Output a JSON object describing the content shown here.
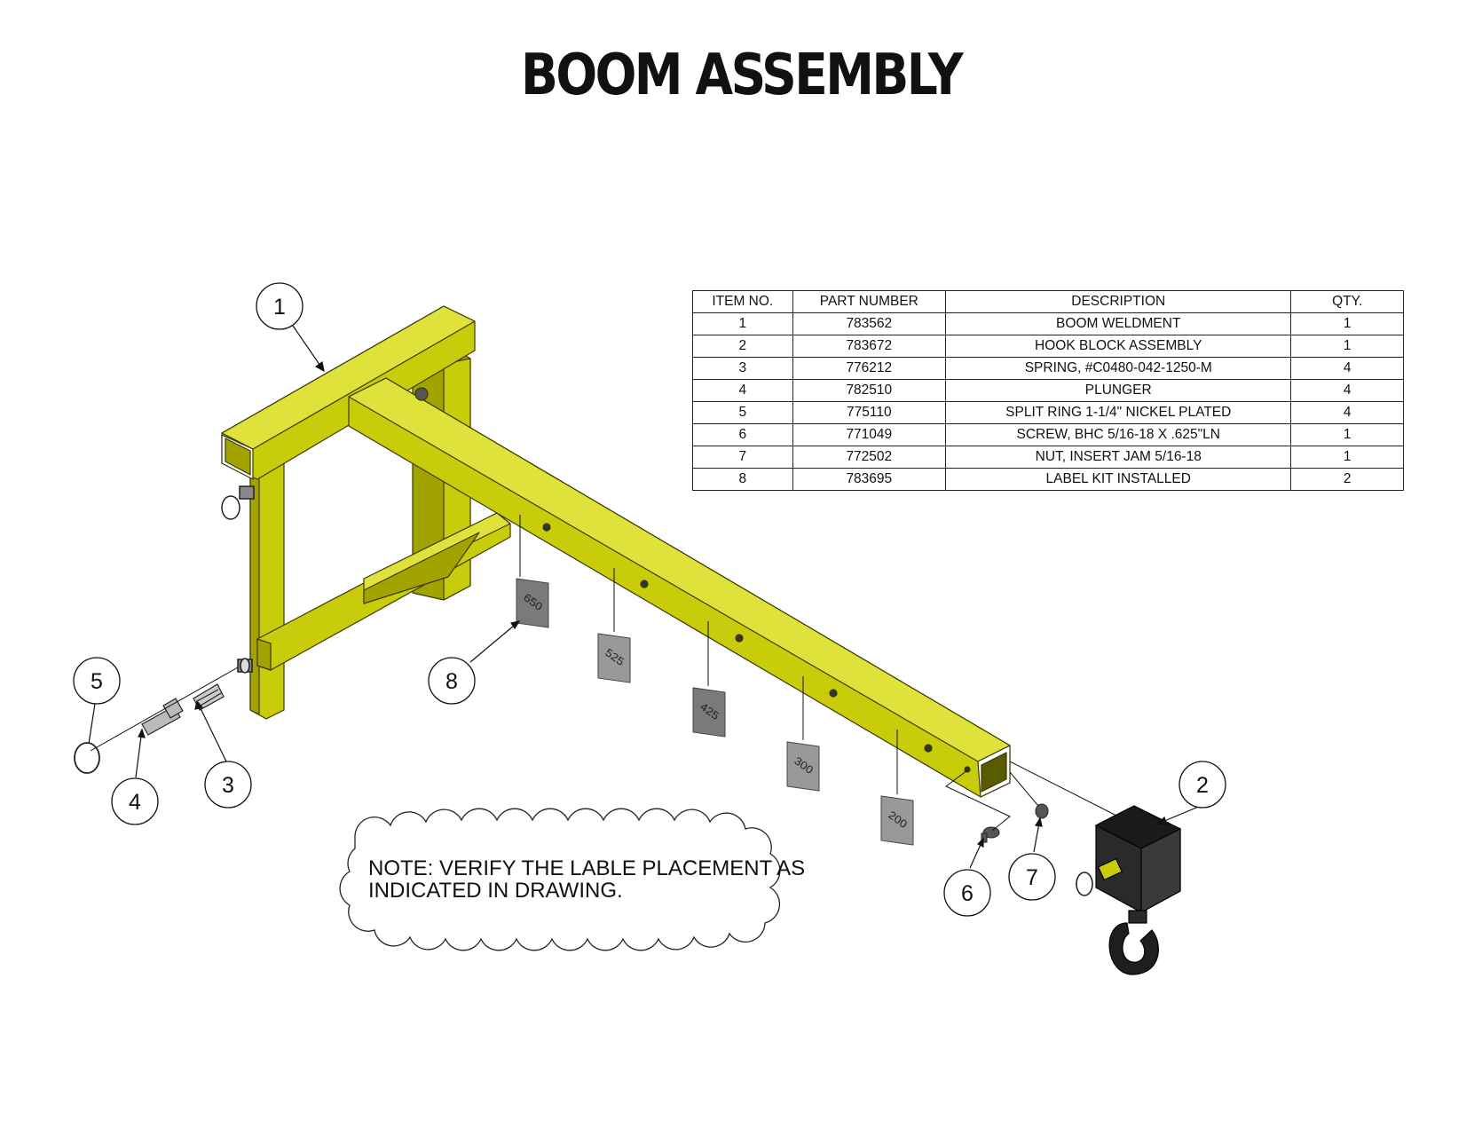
{
  "title": "BOOM ASSEMBLY",
  "bom": {
    "headers": [
      "ITEM NO.",
      "PART NUMBER",
      "DESCRIPTION",
      "QTY."
    ],
    "rows": [
      [
        "1",
        "783562",
        "BOOM WELDMENT",
        "1"
      ],
      [
        "2",
        "783672",
        "HOOK BLOCK ASSEMBLY",
        "1"
      ],
      [
        "3",
        "776212",
        "SPRING, #C0480-042-1250-M",
        "4"
      ],
      [
        "4",
        "782510",
        "PLUNGER",
        "4"
      ],
      [
        "5",
        "775110",
        "SPLIT RING 1-1/4\" NICKEL PLATED",
        "4"
      ],
      [
        "6",
        "771049",
        "SCREW, BHC 5/16-18 X .625\"LN",
        "1"
      ],
      [
        "7",
        "772502",
        "NUT, INSERT JAM 5/16-18",
        "1"
      ],
      [
        "8",
        "783695",
        "LABEL KIT INSTALLED",
        "2"
      ]
    ]
  },
  "balloons": [
    "1",
    "2",
    "3",
    "4",
    "5",
    "6",
    "7",
    "8"
  ],
  "labels": [
    "650",
    "525",
    "425",
    "300",
    "200"
  ],
  "note": {
    "line1": "NOTE: VERIFY THE LABLE PLACEMENT AS",
    "line2": "INDICATED IN DRAWING."
  },
  "colors": {
    "boom": "#c9cc0a",
    "boom_dark": "#a3a300",
    "boom_light": "#dfe23a",
    "hook": "#222222",
    "label": "#7a7a7a"
  }
}
